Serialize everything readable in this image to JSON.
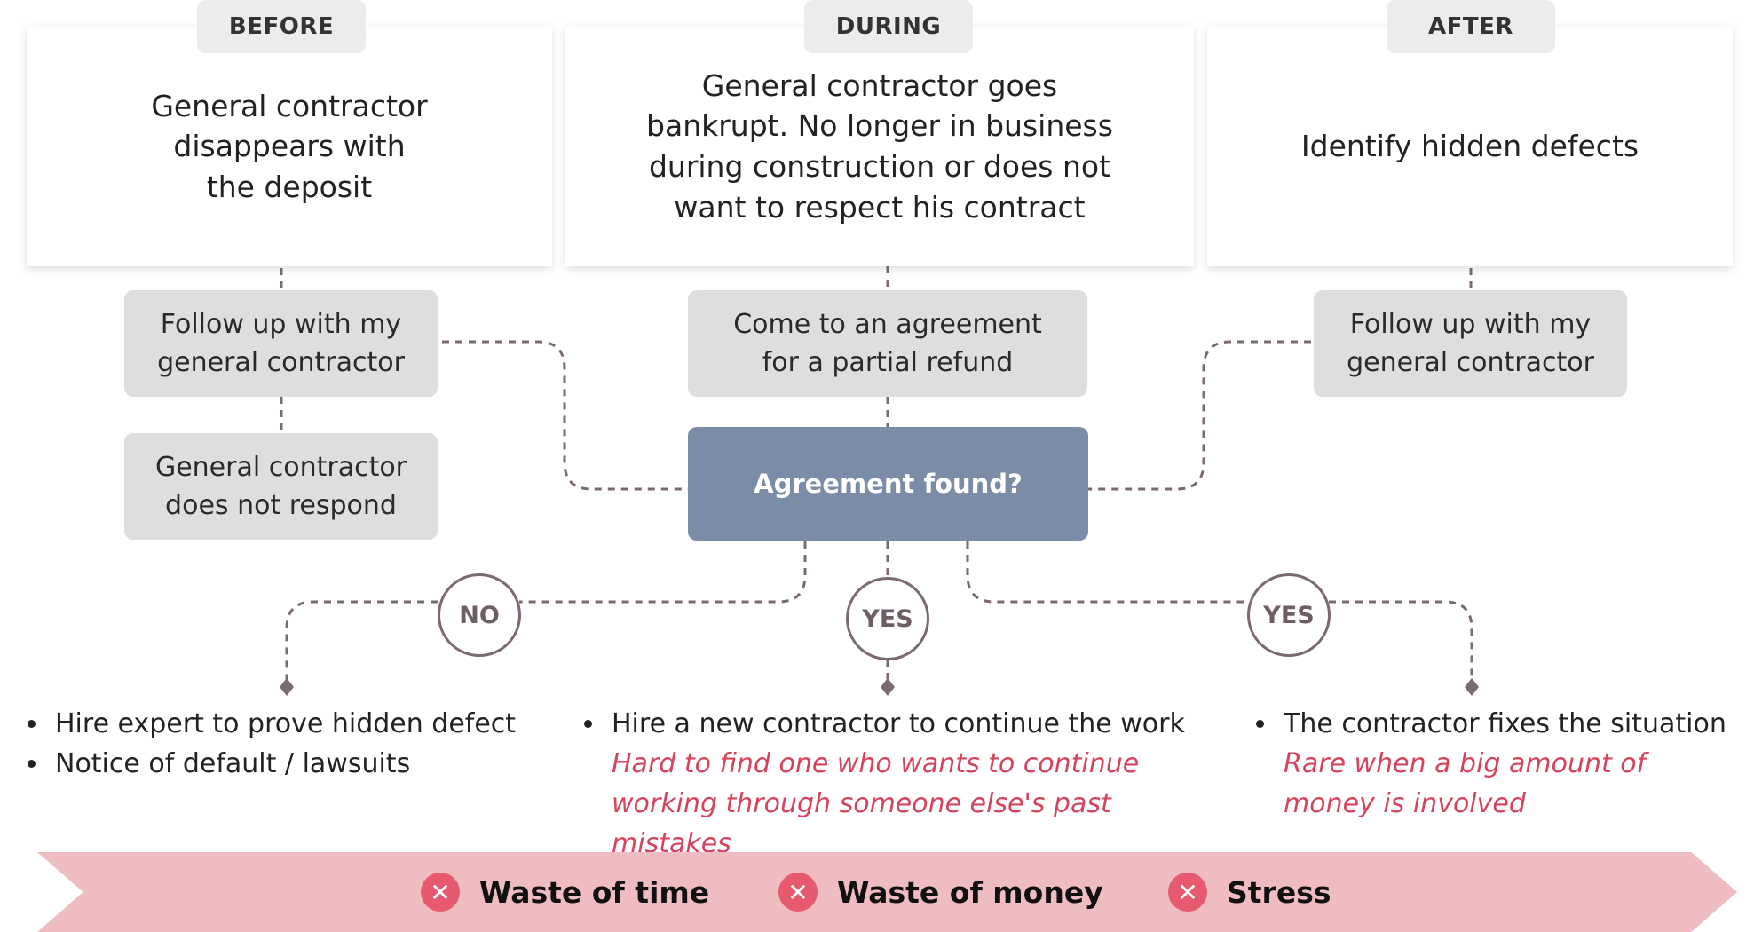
{
  "phases": [
    {
      "tab": "BEFORE",
      "event": "General contractor disappears with the deposit"
    },
    {
      "tab": "DURING",
      "event": "General contractor goes bankrupt. No longer in business during construction or does not want to respect his contract"
    },
    {
      "tab": "AFTER",
      "event": "Identify hidden defects"
    }
  ],
  "steps": {
    "before_follow_up": "Follow up with my\ngeneral contractor",
    "before_no_response": "General contractor\ndoes not respond",
    "during_agreement": "Come to an agreement\nfor a partial refund",
    "after_follow_up": "Follow up with my\ngeneral contractor"
  },
  "decision": "Agreement found?",
  "branches": {
    "no": "NO",
    "yes_middle": "YES",
    "yes_right": "YES"
  },
  "outcomes": {
    "no": {
      "items": [
        "Hire expert to prove hidden defect",
        "Notice of default / lawsuits"
      ]
    },
    "yes_middle": {
      "item": "Hire a new contractor to continue the work",
      "note": "Hard to find one who wants to continue working through someone else's past mistakes"
    },
    "yes_right": {
      "item": "The contractor fixes the situation",
      "note": "Rare when a big amount of money is involved"
    }
  },
  "consequences": {
    "icon": "x-circle-icon",
    "items": [
      "Waste of time",
      "Waste of money",
      "Stress"
    ]
  },
  "colors": {
    "decision_fill": "#7a8ca6",
    "step_fill": "#dedede",
    "connector": "#7a6970",
    "note_text": "#d6435c",
    "banner_fill": "#efbcc1",
    "x_icon_fill": "#e6596f"
  }
}
